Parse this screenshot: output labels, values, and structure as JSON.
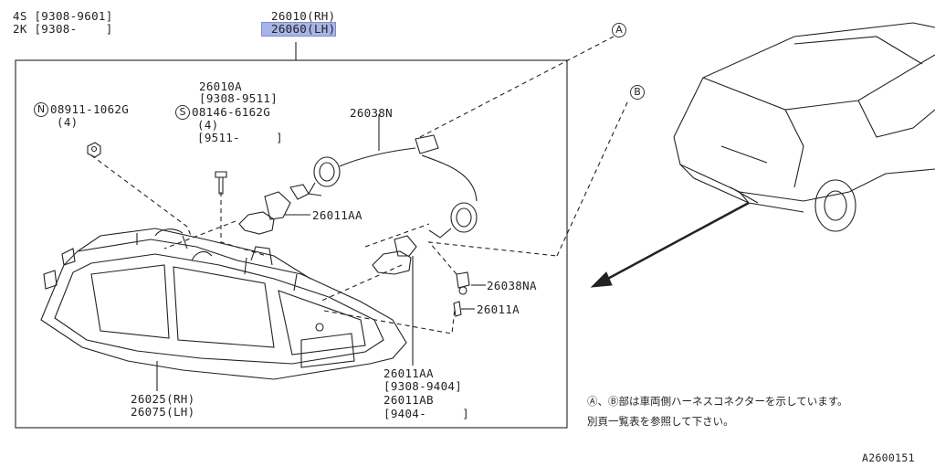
{
  "header": {
    "variant_4s": "4S [9308-9601]",
    "variant_2k": "2K [9308-    ]",
    "assembly_rh": "26010(RH)",
    "assembly_lh": "26060(LH)"
  },
  "parts": {
    "p26010a": "26010A",
    "p26010a_date": "[9308-9511]",
    "n_part": "08911-1062G",
    "n_qty": "(4)",
    "n_marker": "N",
    "s_part": "08146-6162G",
    "s_qty": "(4)",
    "s_date": "[9511-     ]",
    "s_marker": "S",
    "p26038n": "26038N",
    "p26011aa": "26011AA",
    "p26038na": "26038NA",
    "p26011a": "26011A",
    "p26011aa_b": "26011AA",
    "p26011aa_b_date": "[9308-9404]",
    "p26011ab": "26011AB",
    "p26011ab_date": "[9404-     ]",
    "housing_rh": "26025(RH)",
    "housing_lh": "26075(LH)"
  },
  "callouts": {
    "a": "A",
    "b": "B"
  },
  "note": {
    "line1": "Ⓐ、Ⓑ部は車両側ハーネスコネクターを示しています。",
    "line2": "別頁一覧表を参照して下さい。"
  },
  "diagram_id": "A2600151"
}
